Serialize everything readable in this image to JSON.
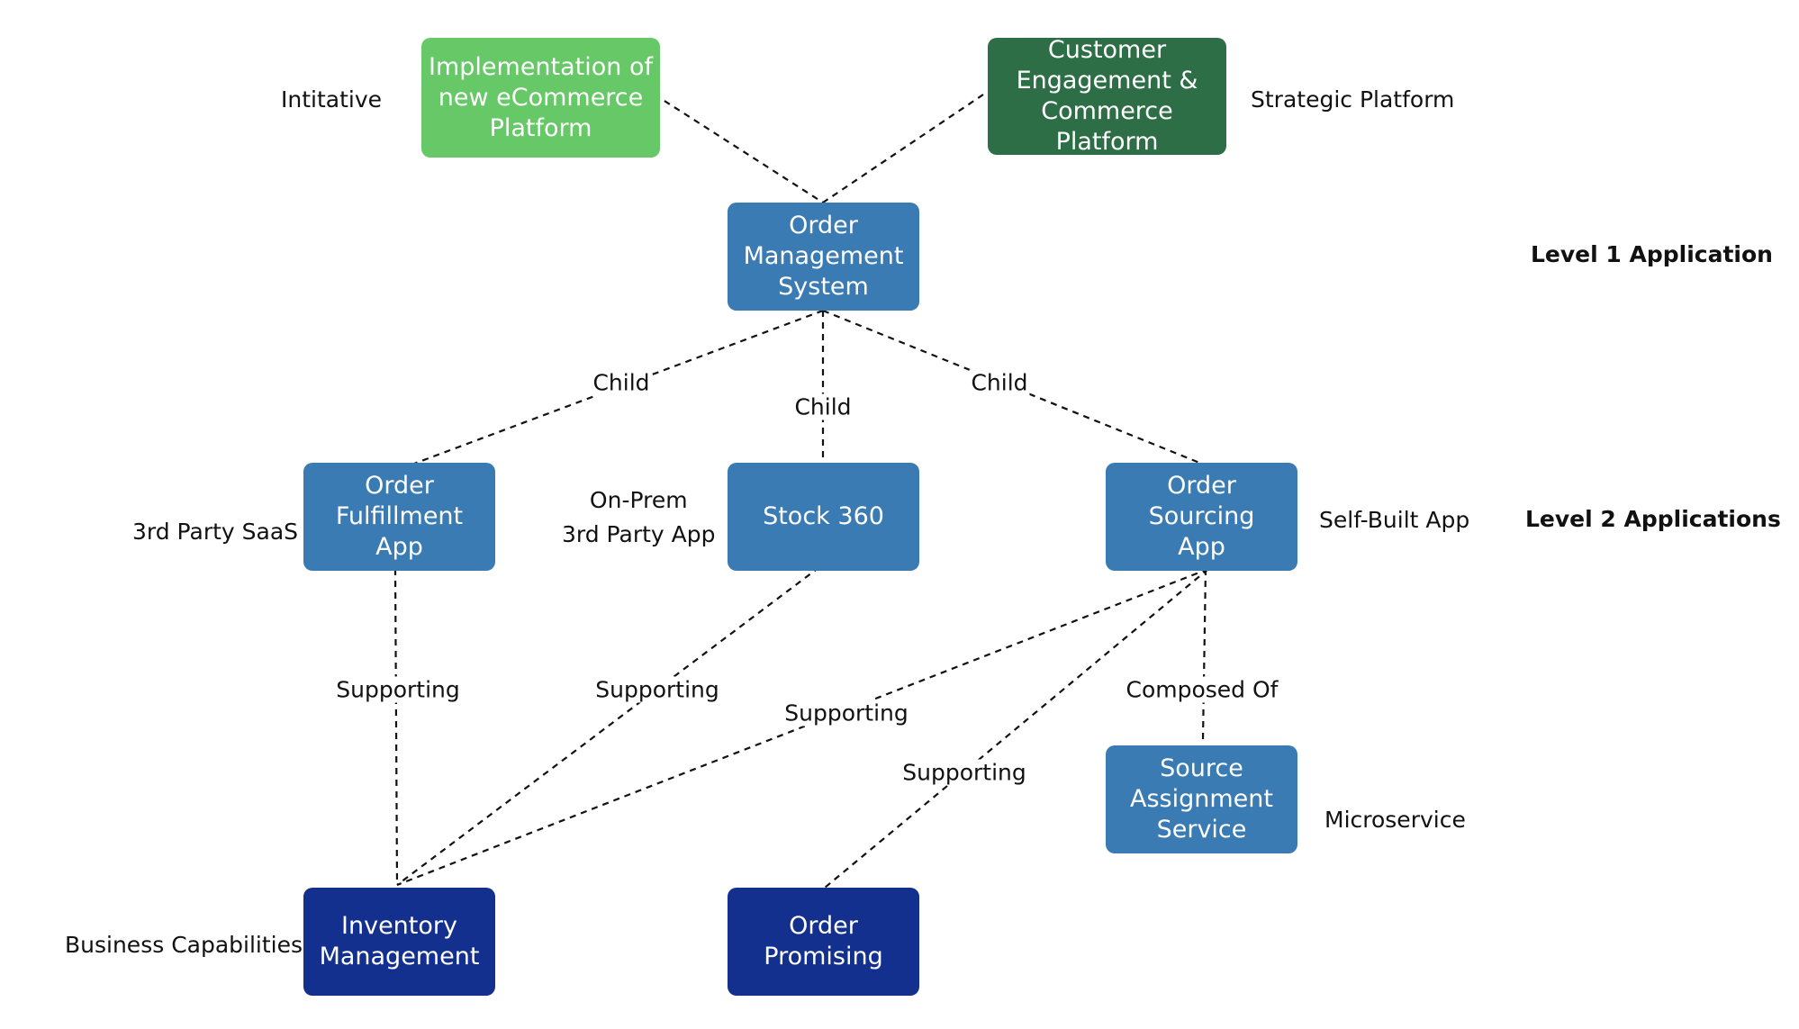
{
  "nodes": {
    "ecommerce": "Implementation of\nnew eCommerce\nPlatform",
    "customer_engagement": "Customer\nEngagement &\nCommerce Platform",
    "oms": "Order\nManagement\nSystem",
    "order_fulfillment": "Order\nFulfillment App",
    "stock360": "Stock 360",
    "order_sourcing": "Order Sourcing\nApp",
    "source_assignment": "Source\nAssignment\nService",
    "inventory_management": "Inventory\nManagement",
    "order_promising": "Order\nPromising"
  },
  "annotations": {
    "initiative": "Intitative",
    "strategic_platform": "Strategic Platform",
    "third_party_saas": "3rd Party SaaS",
    "on_prem": "On-Prem\n3rd Party App",
    "self_built": "Self-Built App",
    "microservice": "Microservice",
    "business_capabilities": "Business Capabilities"
  },
  "levels": {
    "level1": "Level 1 Application",
    "level2": "Level 2 Applications"
  },
  "edges": [
    {
      "id": "e1",
      "from": "ecommerce",
      "to": "oms",
      "label": ""
    },
    {
      "id": "e2",
      "from": "customer_engagement",
      "to": "oms",
      "label": ""
    },
    {
      "id": "e3",
      "from": "oms",
      "to": "order_fulfillment",
      "label": "Child"
    },
    {
      "id": "e4",
      "from": "oms",
      "to": "stock360",
      "label": "Child"
    },
    {
      "id": "e5",
      "from": "oms",
      "to": "order_sourcing",
      "label": "Child"
    },
    {
      "id": "e6",
      "from": "order_fulfillment",
      "to": "inventory_management",
      "label": "Supporting"
    },
    {
      "id": "e7",
      "from": "stock360",
      "to": "inventory_management",
      "label": "Supporting"
    },
    {
      "id": "e8",
      "from": "order_sourcing",
      "to": "inventory_management",
      "label": "Supporting"
    },
    {
      "id": "e9",
      "from": "order_sourcing",
      "to": "order_promising",
      "label": "Supporting"
    },
    {
      "id": "e10",
      "from": "order_sourcing",
      "to": "source_assignment",
      "label": "Composed Of"
    }
  ]
}
